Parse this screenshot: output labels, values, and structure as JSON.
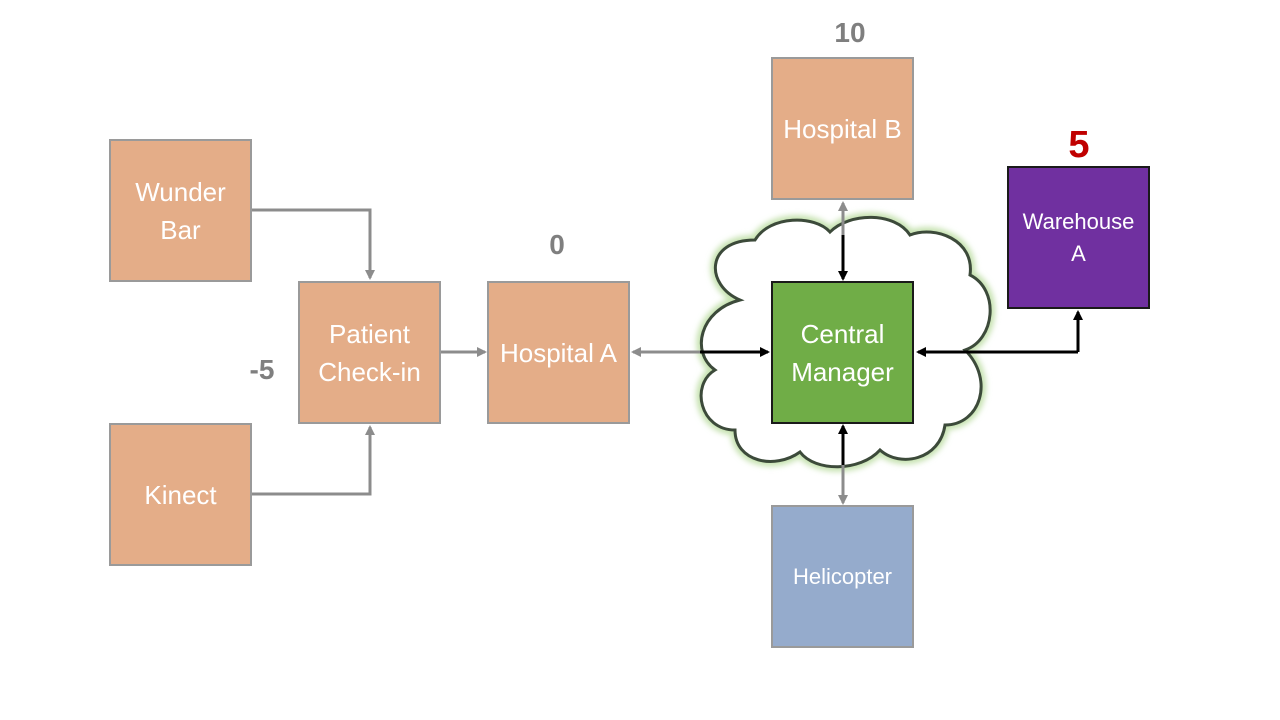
{
  "nodes": {
    "wunder_bar": "Wunder\nBar",
    "kinect": "Kinect",
    "patient_checkin": "Patient\nCheck-in",
    "hospital_a": "Hospital A",
    "hospital_b": "Hospital B",
    "central_manager": "Central\nManager",
    "warehouse_a": "Warehouse\nA",
    "helicopter": "Helicopter"
  },
  "values": {
    "patient_checkin": "-5",
    "hospital_a": "0",
    "hospital_b": "10",
    "warehouse_a": "5"
  },
  "colors": {
    "node": "#e4ad88",
    "central_manager": "#70ad47",
    "warehouse": "#7030a0",
    "helicopter": "#95abcc",
    "highlight_value": "#c00000",
    "gray_connector": "#8c8c8c",
    "black_connector": "#000000"
  }
}
